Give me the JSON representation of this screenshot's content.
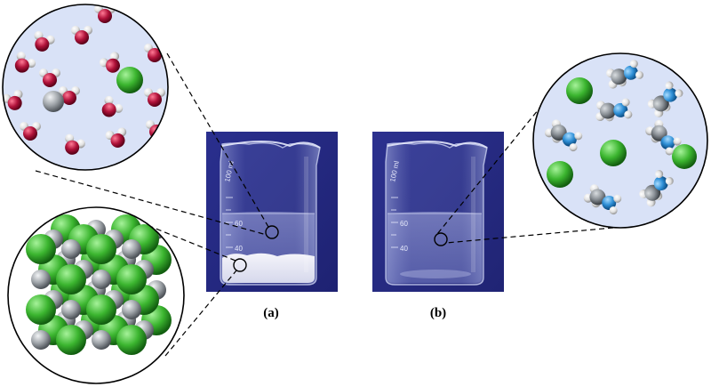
{
  "figure": {
    "panel_labels": {
      "a": "(a)",
      "b": "(b)"
    },
    "beaker_graduations": {
      "upper": "60",
      "lower": "40"
    },
    "beaker_marking": "100 ml"
  },
  "colors": {
    "background_photo": "#2b2f8c",
    "oxygen": "#b0123a",
    "hydrogen": "#eeeeee",
    "chloride": "#3bb52f",
    "silver": "#9ea3a8",
    "carbon": "#8a9096",
    "nitrogen": "#2e8fd6",
    "inset_fill": "#d9e2f7"
  },
  "icons": {
    "water": "water-molecule-icon",
    "chloride_ion": "chloride-ion-icon",
    "silver_ion": "silver-ion-icon",
    "methylamine": "methylamine-molecule-icon",
    "lattice": "crystal-lattice-icon"
  }
}
